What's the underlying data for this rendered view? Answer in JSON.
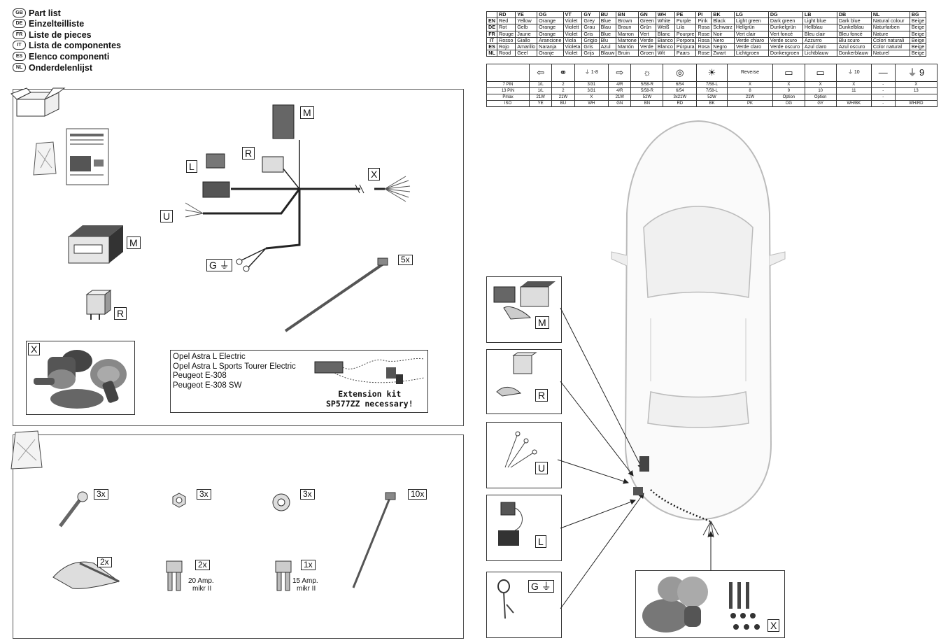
{
  "languages": [
    {
      "code": "GB",
      "label": "Part list"
    },
    {
      "code": "DE",
      "label": "Einzelteilliste"
    },
    {
      "code": "FR",
      "label": "Liste de pieces"
    },
    {
      "code": "IT",
      "label": "Lista de componentes"
    },
    {
      "code": "ES",
      "label": "Elenco componenti"
    },
    {
      "code": "NL",
      "label": "Onderdelenlijst"
    }
  ],
  "parts": {
    "M": "M",
    "R": "R",
    "L": "L",
    "U": "U",
    "X": "X",
    "G": "G",
    "ties_qty": "5x",
    "screws_qty": "3x",
    "nuts_qty": "3x",
    "washers_qty": "3x",
    "ties2_qty": "10x",
    "tape_qty": "2x",
    "fuse20_qty": "2x",
    "fuse15_qty": "1x",
    "fuse20_label1": "20 Amp.",
    "fuse20_label2": "mikr II",
    "fuse15_label1": "15 Amp.",
    "fuse15_label2": "mikr II"
  },
  "vehicles": [
    "Opel Astra L Electric",
    "Opel Astra L Sports Tourer Electric",
    "Peugeot E-308",
    "Peugeot E-308 SW"
  ],
  "extension_note": [
    "Extension kit",
    "SP577ZZ necessary!"
  ],
  "color_table": {
    "header": [
      "",
      "RD",
      "YE",
      "OG",
      "VT",
      "GY",
      "BU",
      "BN",
      "GN",
      "WH",
      "PE",
      "PI",
      "BK",
      "LG",
      "DG",
      "LB",
      "DB",
      "NL",
      "BG"
    ],
    "rows": [
      [
        "EN",
        "Red",
        "Yellow",
        "Orange",
        "Violet",
        "Grey",
        "Blue",
        "Brown",
        "Green",
        "White",
        "Purple",
        "Pink",
        "Black",
        "Light green",
        "Dark green",
        "Light blue",
        "Dark blue",
        "Natural colour",
        "Beige"
      ],
      [
        "DE",
        "Rot",
        "Gelb",
        "Orange",
        "Violett",
        "Grau",
        "Blau",
        "Braun",
        "Grün",
        "Weiß",
        "Lila",
        "Rosa",
        "Schwarz",
        "Hellgrün",
        "Dunkelgrün",
        "Hellblau",
        "Dunkelblau",
        "Naturfarben",
        "Beige"
      ],
      [
        "FR",
        "Rouge",
        "Jaune",
        "Orange",
        "Violet",
        "Gris",
        "Blue",
        "Marron",
        "Vert",
        "Blanc",
        "Pourpre",
        "Rose",
        "Noir",
        "Vert clair",
        "Vert foncé",
        "Bleu clair",
        "Bleu foncé",
        "Nature",
        "Beige"
      ],
      [
        "IT",
        "Rosso",
        "Giallo",
        "Arancione",
        "Viola",
        "Grigio",
        "Blu",
        "Marrone",
        "Verde",
        "Bianco",
        "Porpora",
        "Rosa",
        "Nero",
        "Verde chiaro",
        "Verde scuro",
        "Azzurro",
        "Blu scuro",
        "Colori naturali",
        "Beige"
      ],
      [
        "ES",
        "Rojo",
        "Amarillo",
        "Naranja",
        "Violeta",
        "Gris",
        "Azul",
        "Marrón",
        "Verde",
        "Blanco",
        "Púrpura",
        "Rosa",
        "Negro",
        "Verde claro",
        "Verde oscuro",
        "Azul claro",
        "Azul oscuro",
        "Color natural",
        "Beige"
      ],
      [
        "NL",
        "Rood",
        "Geel",
        "Oranje",
        "Violet",
        "Grijs",
        "Blauw",
        "Bruin",
        "Groen",
        "Wit",
        "Paars",
        "Rose",
        "Zwart",
        "Lichtgroen",
        "Donkergroen",
        "Lichtblauw",
        "Donkerblauw",
        "Naturel",
        "Beige"
      ]
    ]
  },
  "pin_table": {
    "icons": [
      "",
      "⇦",
      "⚭",
      "⏚ 1-8",
      "⇨",
      "☼",
      "◎",
      "☀",
      "Reverse",
      "▭",
      "▭",
      "⏚ 10",
      "—",
      "⏚ 9"
    ],
    "rows": [
      [
        "7 PIN",
        "1/L",
        "2",
        "3/31",
        "4/R",
        "5/58-R",
        "6/54",
        "7/58-L",
        "X",
        "X",
        "X",
        "X",
        "-",
        "X"
      ],
      [
        "13 PIN",
        "1/L",
        "2",
        "3/31",
        "4/R",
        "5/58-R",
        "6/54",
        "7/58-L",
        "8",
        "9",
        "10",
        "11",
        "-",
        "13"
      ],
      [
        "Pmax",
        "21W",
        "21W",
        "X",
        "21W",
        "52W",
        "3x21W",
        "52W",
        "21W",
        "Option",
        "Option",
        "",
        "-",
        ""
      ],
      [
        "ISO",
        "YE",
        "BU",
        "WH",
        "GN",
        "BN",
        "RD",
        "BK",
        "PK",
        "OG",
        "GY",
        "WH/BK",
        "-",
        "WH/RD"
      ]
    ]
  }
}
